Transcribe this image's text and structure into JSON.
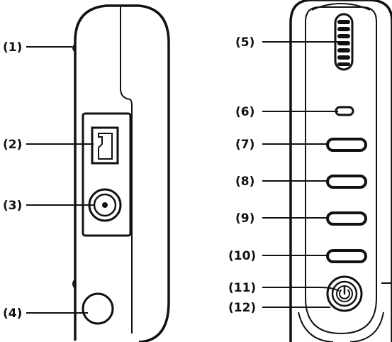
{
  "figure": {
    "callouts": [
      {
        "id": "c1",
        "label": "(1)"
      },
      {
        "id": "c2",
        "label": "(2)"
      },
      {
        "id": "c3",
        "label": "(3)"
      },
      {
        "id": "c4",
        "label": "(4)"
      },
      {
        "id": "c5",
        "label": "(5)"
      },
      {
        "id": "c6",
        "label": "(6)"
      },
      {
        "id": "c7",
        "label": "(7)"
      },
      {
        "id": "c8",
        "label": "(8)"
      },
      {
        "id": "c9",
        "label": "(9)"
      },
      {
        "id": "c10",
        "label": "(10)"
      },
      {
        "id": "c11",
        "label": "(11)"
      },
      {
        "id": "c12",
        "label": "(12)"
      }
    ]
  }
}
